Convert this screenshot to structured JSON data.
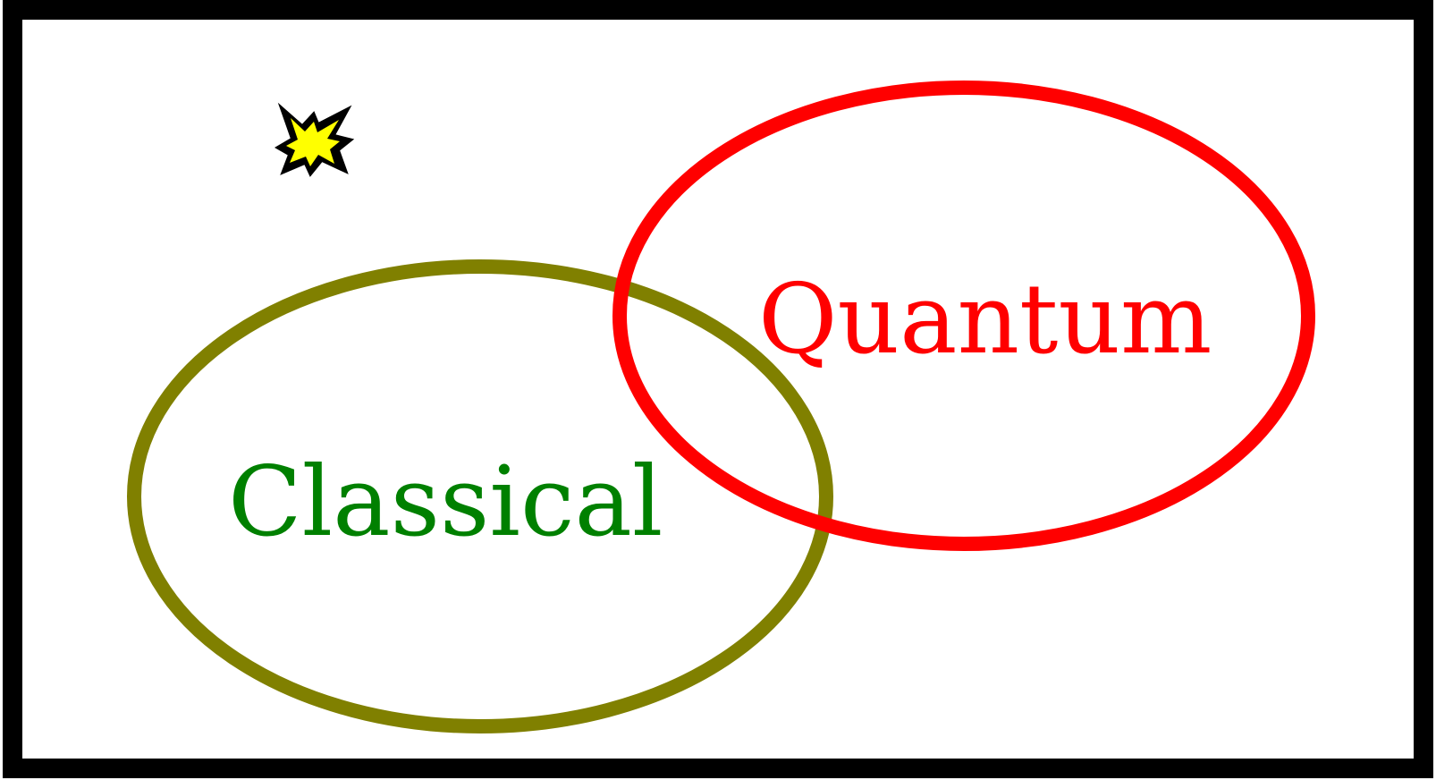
{
  "diagram": {
    "frame": {
      "border_color": "#000000",
      "background": "#ffffff"
    },
    "sets": [
      {
        "id": "classical",
        "label": "Classical",
        "stroke_color": "#808000",
        "label_color": "#008000"
      },
      {
        "id": "quantum",
        "label": "Quantum",
        "stroke_color": "#ff0000",
        "label_color": "#ff0000"
      }
    ],
    "burst": {
      "icon": "explosion-burst-icon",
      "fill_color": "#ffff00",
      "outline_color": "#000000"
    }
  }
}
